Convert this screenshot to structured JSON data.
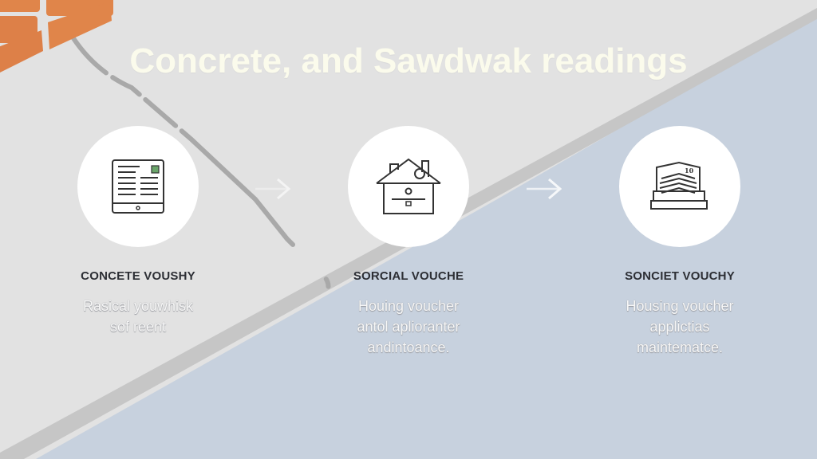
{
  "title": "Concrete, and Sawdwak readings",
  "colors": {
    "background_light": "#e2e2e2",
    "background_blue": "#c7d1de",
    "band": "#c4c4c4",
    "title": "#fbfbec",
    "brick": "#e0854a",
    "heading": "#2d2f35",
    "icon_stroke": "#333333",
    "icon_accent_green": "#6aa56a"
  },
  "steps": [
    {
      "icon": "tablet-document-icon",
      "heading": "CONCETE VOUSHY",
      "description_lines": [
        "Rasical youwhisk",
        "sof reent"
      ]
    },
    {
      "icon": "house-icon",
      "heading": "SORCIAL VOUCHE",
      "description_lines": [
        "Houing voucher",
        "antol aplioranter",
        "andintoance."
      ]
    },
    {
      "icon": "building-stack-icon",
      "heading": "SONCIET VOUCHY",
      "description_lines": [
        "Housing voucher",
        "applictias",
        "maintematce."
      ]
    }
  ],
  "arrows": [
    {
      "icon": "arrow-right-icon"
    },
    {
      "icon": "arrow-right-icon"
    }
  ],
  "icon_labels": {
    "building_number": "10"
  }
}
